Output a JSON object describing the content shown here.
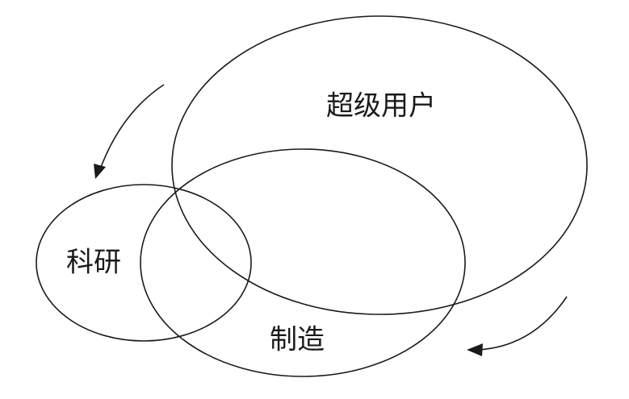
{
  "diagram": {
    "labels": {
      "super_user": "超级用户",
      "research": "科研",
      "manufacturing": "制造"
    }
  }
}
